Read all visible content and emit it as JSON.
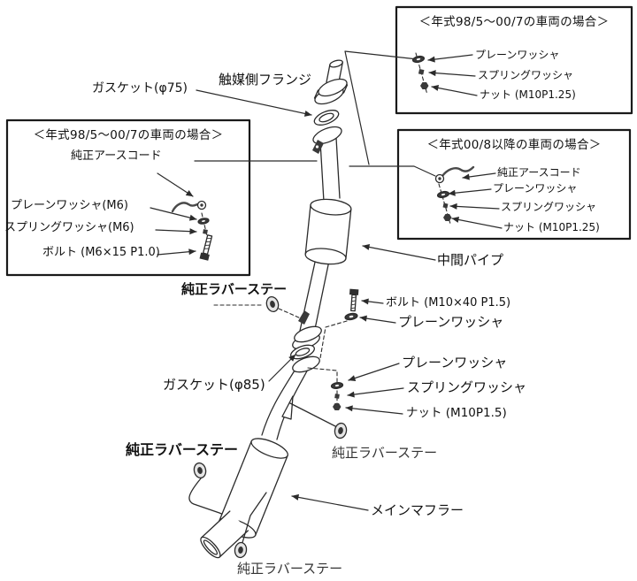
{
  "colors": {
    "background": "#ffffff",
    "line": "#2b2b2b",
    "text": "#111111",
    "box_border": "#1a1a1a",
    "hardware_fill": "#3a3a3a"
  },
  "callout_boxes": {
    "top_right": {
      "title": "＜年式98/5～00/7の車両の場合＞",
      "items": [
        "プレーンワッシャ",
        "スプリングワッシャ",
        "ナット (M10P1.25)"
      ]
    },
    "mid_right": {
      "title": "＜年式00/8以降の車両の場合＞",
      "items": [
        "純正アースコード",
        "プレーンワッシャ",
        "スプリングワッシャ",
        "ナット (M10P1.25)"
      ]
    },
    "left": {
      "title": "＜年式98/5～00/7の車両の場合＞",
      "items": [
        "純正アースコード",
        "プレーンワッシャ(M6)",
        "スプリングワッシャ(M6)",
        "ボルト (M6×15 P1.0)"
      ]
    }
  },
  "part_labels": {
    "gasket_75": "ガスケット(φ75)",
    "catalyst_flange": "触媒側フランジ",
    "mid_pipe": "中間パイプ",
    "rubber_stay_top": "純正ラバーステー",
    "bolt_m10": "ボルト (M10×40 P1.5)",
    "plain_washer_mid": "プレーンワッシャ",
    "gasket_85": "ガスケット(φ85)",
    "plain_washer_right": "プレーンワッシャ",
    "spring_washer_right": "スプリングワッシャ",
    "nut_right": "ナット (M10P1.5)",
    "rubber_stay_left": "純正ラバーステー",
    "rubber_stay_mid": "純正ラバーステー",
    "main_muffler": "メインマフラー",
    "rubber_stay_bottom": "純正ラバーステー"
  }
}
